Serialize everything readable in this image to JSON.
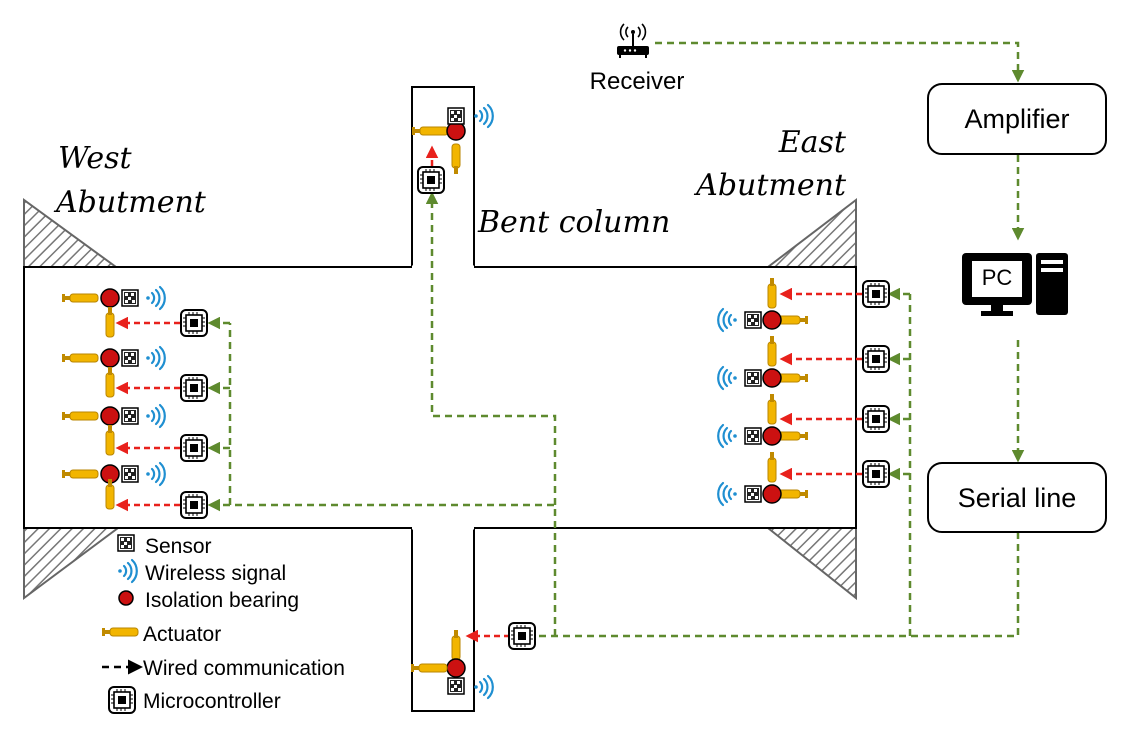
{
  "labels": {
    "receiver": "Receiver",
    "amplifier": "Amplifier",
    "pc": "PC",
    "serial_line": "Serial line",
    "west_abutment_line1": "West",
    "west_abutment_line2": "Abutment",
    "east_abutment_line1": "East",
    "east_abutment_line2": "Abutment",
    "bent_column": "Bent column"
  },
  "legend": {
    "sensor": "Sensor",
    "wireless": "Wireless signal",
    "bearing": "Isolation bearing",
    "actuator": "Actuator",
    "wired": "Wired communication",
    "microcontroller": "Microcontroller"
  },
  "colors": {
    "green_link": "#5e8a2e",
    "red_link": "#e8211c",
    "bearing_fill": "#cc1111",
    "actuator_fill": "#f2b500",
    "wireless": "#1f8fd1",
    "hatch": "#777777"
  },
  "icons": {
    "receiver": "router-icon",
    "pc": "desktop-computer-icon",
    "sensor": "sensor-chip-icon",
    "wireless": "wireless-signal-icon",
    "bearing": "isolation-bearing-icon",
    "actuator": "actuator-icon",
    "microcontroller": "microcontroller-chip-icon"
  },
  "counts": {
    "west_units": 4,
    "east_units": 4,
    "column_units": 2
  }
}
